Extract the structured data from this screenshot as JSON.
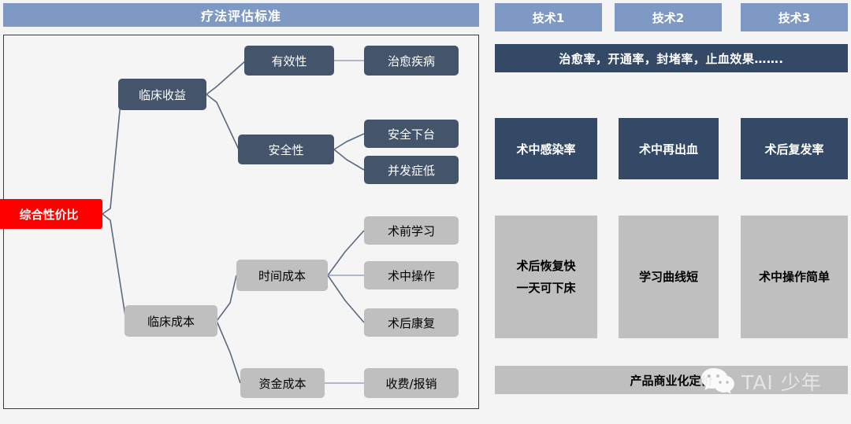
{
  "left": {
    "title": "疗法评估标准",
    "root": {
      "label": "综合性价比",
      "color": "#ff0000"
    },
    "branches": [
      {
        "label": "临床收益",
        "style": "dark"
      },
      {
        "label": "临床成本",
        "style": "gray"
      }
    ],
    "nodes": {
      "clinical_benefit": "临床收益",
      "effectiveness": "有效性",
      "cure_disease": "治愈疾病",
      "safety": "安全性",
      "safe_exit": "安全下台",
      "low_complication": "并发症低",
      "clinical_cost": "临床成本",
      "time_cost": "时间成本",
      "preop_learning": "术前学习",
      "intraop_operation": "术中操作",
      "postop_recovery": "术后康复",
      "capital_cost": "资金成本",
      "fee_reimbursement": "收费/报销"
    }
  },
  "right": {
    "tech_headers": [
      "技术1",
      "技术2",
      "技术3"
    ],
    "metrics_bar": "治愈率，开通率，封堵率，止血效果…….",
    "mid_row": [
      "术中感染率",
      "术中再出血",
      "术后复发率"
    ],
    "gray_row": [
      {
        "lines": [
          "术后恢复快",
          "一天可下床"
        ]
      },
      {
        "lines": [
          "学习曲线短"
        ]
      },
      {
        "lines": [
          "术中操作简单"
        ]
      }
    ],
    "bottom_bar": "产品商业化定价"
  },
  "watermark": {
    "icon": "wechat-icon",
    "text": "TAI 少年"
  },
  "colors": {
    "title_blue": "#7d99c4",
    "dark_slate": "#44546a",
    "deep_navy": "#344966",
    "gray": "#bfbfbf",
    "red": "#ff0000",
    "edge": "#5a6a80"
  }
}
